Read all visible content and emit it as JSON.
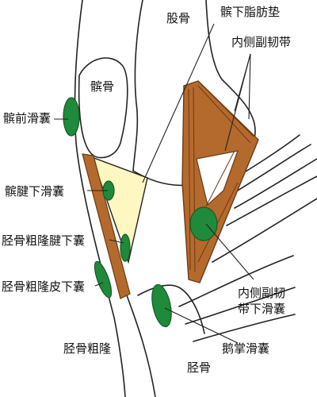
{
  "labels": {
    "femur": "股骨",
    "infrapatellar_fat_pad": "髌下脂肪垫",
    "mcl": "内侧副韧带",
    "patella": "髌骨",
    "prepatellar_bursa": "髌前滑囊",
    "infrapatellar_bursa": "髌腱下滑囊",
    "deep_tibial_tub_bursa": "胫骨粗隆腱下囊",
    "subcut_tibial_tub_bursa": "胫骨粗隆皮下囊",
    "mcl_bursa_line1": "内侧副韧",
    "mcl_bursa_line2": "带下滑囊",
    "tibial_tuberosity": "胫骨粗隆",
    "pes_anserine_bursa": "鹅掌滑囊",
    "tibia": "胫骨"
  },
  "colors": {
    "ligament": "#b56a2d",
    "ligament_stroke": "#6b3a16",
    "bursa": "#1f8a3a",
    "fat_pad": "#fff7c2",
    "outline": "#222222"
  }
}
